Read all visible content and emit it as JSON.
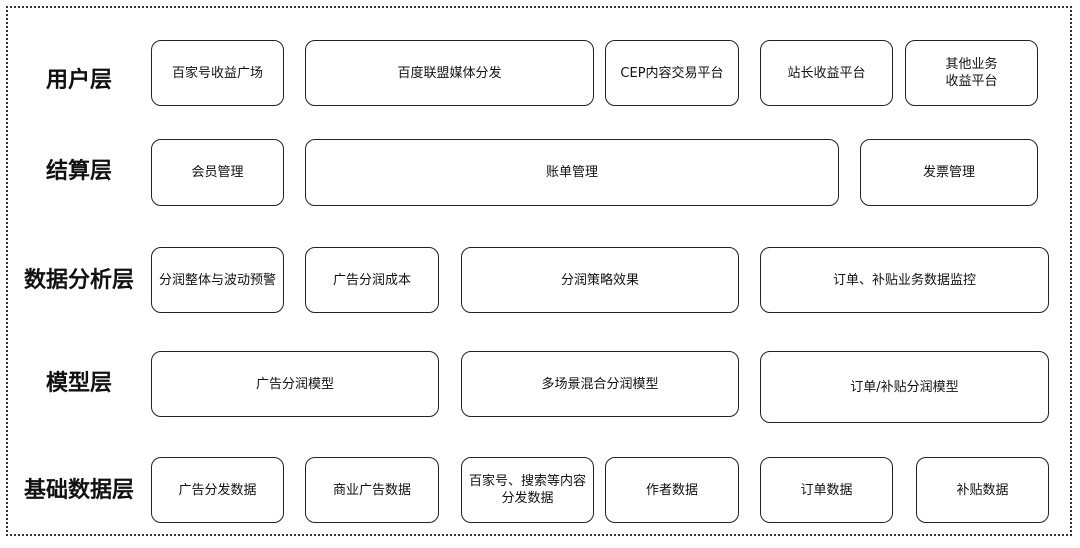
{
  "layers": [
    {
      "label": "用户层",
      "boxes": [
        "百家号收益广场",
        "百度联盟媒体分发",
        "CEP内容交易平台",
        "站长收益平台",
        "其他业务\n收益平台"
      ]
    },
    {
      "label": "结算层",
      "boxes": [
        "会员管理",
        "账单管理",
        "发票管理"
      ]
    },
    {
      "label": "数据分析层",
      "boxes": [
        "分润整体与波动预警",
        "广告分润成本",
        "分润策略效果",
        "订单、补贴业务数据监控"
      ]
    },
    {
      "label": "模型层",
      "boxes": [
        "广告分润模型",
        "多场景混合分润模型",
        "订单/补贴分润模型"
      ]
    },
    {
      "label": "基础数据层",
      "boxes": [
        "广告分发数据",
        "商业广告数据",
        "百家号、搜索等内容\n分发数据",
        "作者数据",
        "订单数据",
        "补贴数据"
      ]
    }
  ]
}
